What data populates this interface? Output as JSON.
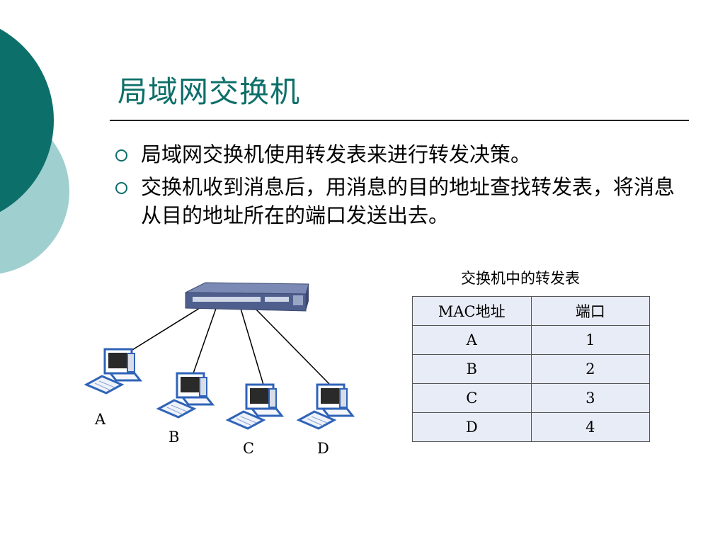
{
  "slide": {
    "title": "局域网交换机",
    "bullets": [
      "局域网交换机使用转发表来进行转发决策。",
      "交换机收到消息后，用消息的目的地址查找转发表，将消息从目的地址所在的端口发送出去。"
    ]
  },
  "diagram": {
    "computer_labels": [
      "A",
      "B",
      "C",
      "D"
    ]
  },
  "table": {
    "caption": "交换机中的转发表",
    "headers": [
      "MAC地址",
      "端口"
    ],
    "rows": [
      [
        "A",
        "1"
      ],
      [
        "B",
        "2"
      ],
      [
        "C",
        "3"
      ],
      [
        "D",
        "4"
      ]
    ]
  },
  "colors": {
    "title": "#0d6f6a",
    "dark_teal": "#0d6f6a",
    "light_teal": "#9fcfcf",
    "table_fill": "#e8ecf6"
  }
}
